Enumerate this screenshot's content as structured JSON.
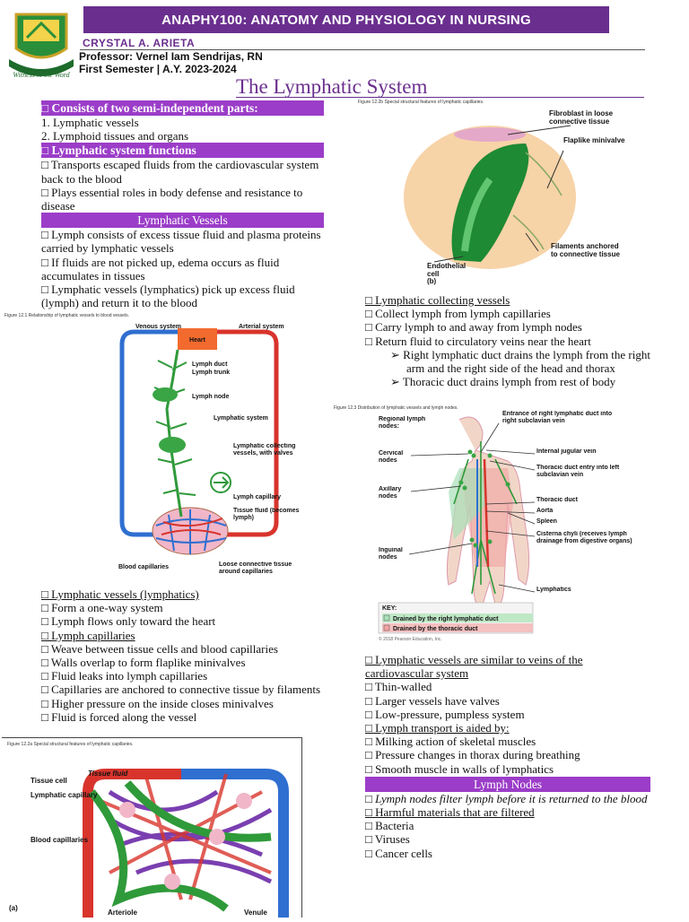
{
  "header": {
    "course_banner": "ANAPHY100: ANATOMY AND PHYSIOLOGY IN NURSING",
    "student_name": "CRYSTAL  A.  ARIETA",
    "professor": "Professor: Vernel Iam Sendrijas, RN",
    "semester": "First Semester | A.Y. 2023-2024",
    "logo_motto": "Witness to the Word"
  },
  "page_title": "The Lymphatic System",
  "left": {
    "s1_header": "□  Consists of two semi-independent parts:",
    "s1_items": [
      "1. Lymphatic vessels",
      "2. Lymphoid tissues and organs"
    ],
    "s2_header": "□  Lymphatic system functions",
    "s2_items": [
      "□ Transports escaped fluids from the cardiovascular system back to the blood",
      "□ Plays essential roles in body defense and resistance to disease"
    ],
    "s3_header": "Lymphatic Vessels",
    "s3_items": [
      "□ Lymph consists of excess tissue fluid and plasma proteins carried by lymphatic vessels",
      "□ If fluids are not picked up, edema occurs as fluid accumulates in tissues",
      "□ Lymphatic vessels (lymphatics) pick up excess fluid (lymph) and return it to the blood"
    ],
    "s4_header": "□ Lymphatic vessels (lymphatics)",
    "s4_items": [
      "□ Form a one-way system",
      "□ Lymph flows only toward the heart"
    ],
    "s5_header": "□ Lymph capillaries",
    "s5_items": [
      "□ Weave between tissue cells and blood capillaries",
      "□ Walls overlap to form flaplike minivalves",
      "□ Fluid leaks into lymph capillaries",
      "□ Capillaries are anchored to connective tissue by filaments",
      "□ Higher pressure on the inside closes minivalves",
      "□ Fluid is forced along the vessel"
    ]
  },
  "right": {
    "c1_header": "□ Lymphatic collecting vessels",
    "c1_items": [
      "□ Collect lymph from lymph capillaries",
      "□ Carry lymph to and away from lymph nodes",
      "□ Return fluid to circulatory veins near the heart"
    ],
    "c1_sub": [
      "➢   Right lymphatic duct drains the lymph from the right arm and the right side of the head and thorax",
      "➢   Thoracic duct drains lymph from rest of body"
    ],
    "c2_header": "□ Lymphatic vessels are similar to veins of the cardiovascular system",
    "c2_items": [
      "□ Thin-walled",
      "□ Larger vessels have valves",
      "□ Low-pressure, pumpless system"
    ],
    "c3_header": "□ Lymph transport is aided by:",
    "c3_items": [
      "□ Milking action of skeletal muscles",
      "□ Pressure changes in thorax during breathing",
      "□ Smooth muscle in walls of lymphatics"
    ],
    "c4_header": "Lymph Nodes",
    "c4_italic": "□ Lymph nodes filter lymph before it is returned to the blood",
    "c5_header": "□ Harmful materials that are filtered",
    "c5_items": [
      "□ Bacteria",
      "□ Viruses",
      "□ Cancer cells"
    ]
  },
  "figures": {
    "fig_b": {
      "caption": "Figure 12.2b Special structural features of lymphatic capillaries.",
      "labels": [
        "Fibroblast in loose connective tissue",
        "Flaplike minivalve",
        "Filaments anchored to connective tissue",
        "Endothelial cell",
        "(b)"
      ]
    },
    "fig_12_1": {
      "caption": "Figure 12.1 Relationship of lymphatic vessels to blood vessels.",
      "labels": [
        "Venous system",
        "Arterial system",
        "Heart",
        "Lymph duct",
        "Lymph trunk",
        "Lymph node",
        "Lymphatic system",
        "Lymphatic collecting vessels, with valves",
        "Lymph capillary",
        "Tissue fluid (becomes lymph)",
        "Blood capillaries",
        "Loose connective tissue around capillaries"
      ]
    },
    "fig_12_3": {
      "caption": "Figure 12.3 Distribution of lymphatic vessels and lymph nodes.",
      "labels": [
        "Regional lymph nodes:",
        "Cervical nodes",
        "Axillary nodes",
        "Inguinal nodes",
        "Entrance of right lymphatic duct into right subclavian vein",
        "Internal jugular vein",
        "Thoracic duct entry into left subclavian vein",
        "Thoracic duct",
        "Aorta",
        "Spleen",
        "Cisterna chyli (receives lymph drainage from digestive organs)",
        "Lymphatics"
      ],
      "key_title": "KEY:",
      "key_items": [
        "Drained by the right lymphatic duct",
        "Drained by the thoracic duct"
      ],
      "copyright": "© 2018 Pearson Education, Inc."
    },
    "fig_a": {
      "caption": "Figure 12.2a Special structural features of lymphatic capillaries.",
      "labels": [
        "Tissue fluid",
        "Tissue cell",
        "Lymphatic capillary",
        "Blood capillaries",
        "(a)",
        "Arteriole",
        "Venule"
      ]
    }
  },
  "colors": {
    "banner": "#6a2f8e",
    "section_bar": "#9b3dc8",
    "lymph_green": "#2f9a3a",
    "vein_blue": "#2f6fd0",
    "artery_red": "#d8342c"
  }
}
